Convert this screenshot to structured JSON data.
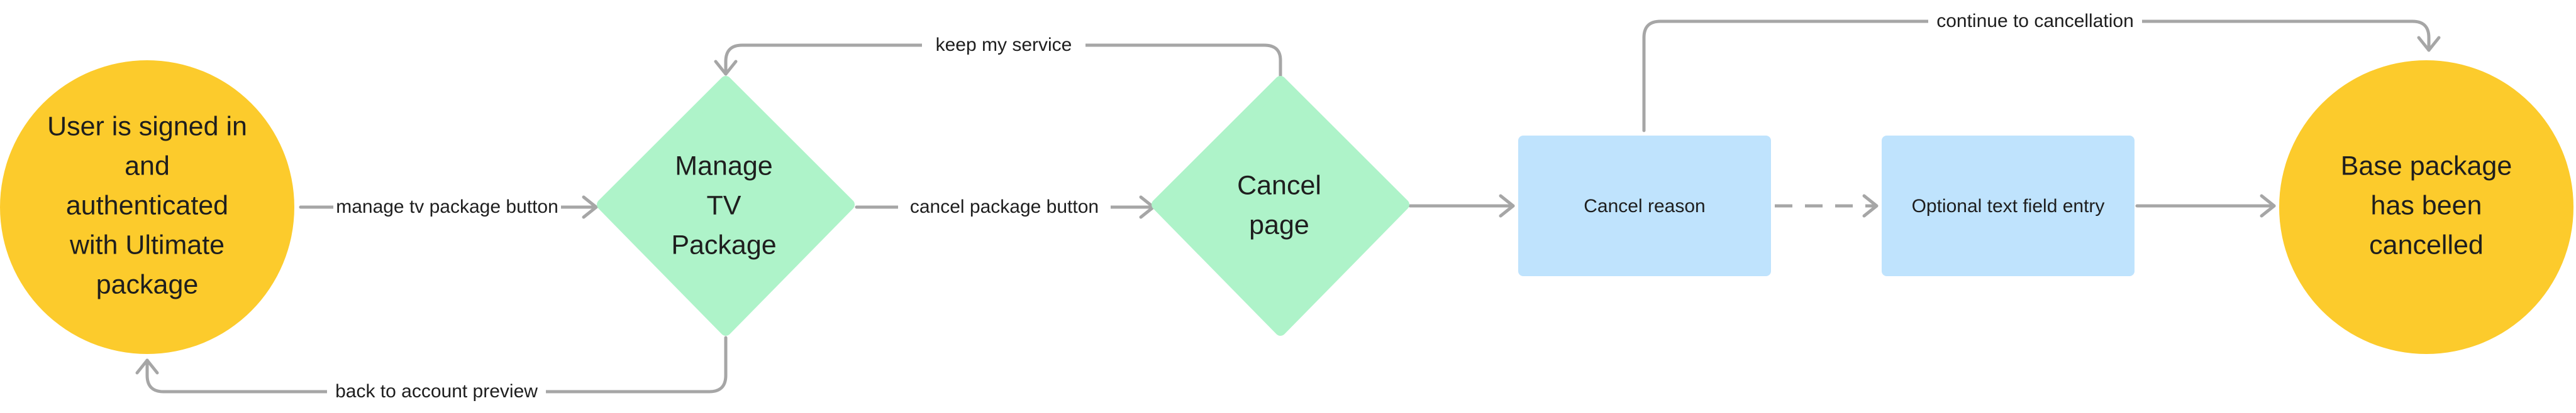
{
  "colors": {
    "terminal_fill": "#fccb2c",
    "decision_fill": "#aef3c9",
    "process_fill": "#bfe3fd",
    "edge_stroke": "#a6a6a6",
    "text": "#1e1e1e"
  },
  "nodes": {
    "start": {
      "shape": "circle",
      "lines": [
        "User is signed in",
        "and",
        "authenticated",
        "with Ultimate",
        "package"
      ]
    },
    "manage_tv_package": {
      "shape": "diamond",
      "lines": [
        "Manage",
        "TV",
        "Package"
      ]
    },
    "cancel_page": {
      "shape": "diamond",
      "lines": [
        "Cancel",
        "page"
      ]
    },
    "cancel_reason": {
      "shape": "rectangle",
      "label": "Cancel reason"
    },
    "optional_text": {
      "shape": "rectangle",
      "label": "Optional text field entry"
    },
    "end": {
      "shape": "circle",
      "lines": [
        "Base package",
        "has been",
        "cancelled"
      ]
    }
  },
  "edges": {
    "manage_tv_package_button": {
      "from": "start",
      "to": "manage_tv_package",
      "label": "manage tv package button",
      "style": "solid"
    },
    "back_to_account_preview": {
      "from": "manage_tv_package",
      "to": "start",
      "label": "back to account preview",
      "style": "solid"
    },
    "cancel_package_button": {
      "from": "manage_tv_package",
      "to": "cancel_page",
      "label": "cancel package button",
      "style": "solid"
    },
    "keep_my_service": {
      "from": "cancel_page",
      "to": "manage_tv_package",
      "label": "keep my service",
      "style": "solid"
    },
    "to_cancel_reason": {
      "from": "cancel_page",
      "to": "cancel_reason",
      "label": "",
      "style": "solid"
    },
    "to_optional_text": {
      "from": "cancel_reason",
      "to": "optional_text",
      "label": "",
      "style": "dashed"
    },
    "to_end": {
      "from": "optional_text",
      "to": "end",
      "label": "",
      "style": "solid"
    },
    "continue_to_cancellation": {
      "from": "cancel_reason",
      "to": "end",
      "label": "continue to cancellation",
      "style": "solid"
    }
  }
}
